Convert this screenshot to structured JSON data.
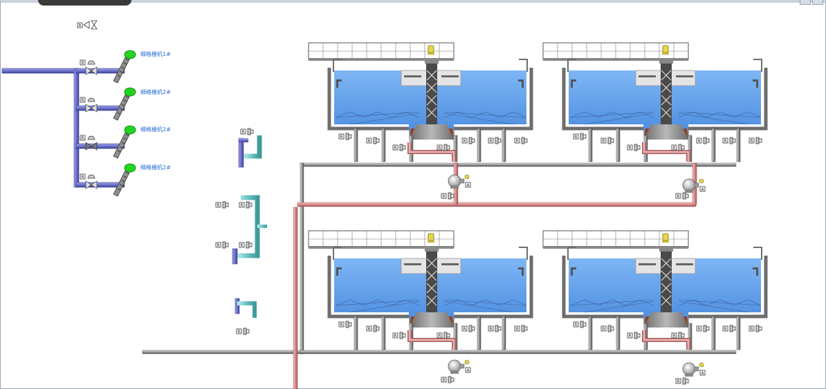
{
  "screens": {
    "labels": {
      "screen1": "细格栅机1#",
      "screen2": "细格栅机2#",
      "screen3": "细格栅机2#",
      "screen4": "细格栅机2#"
    },
    "status_color_running": "#22d422"
  },
  "badges": {
    "remote": "R",
    "auto": "A"
  },
  "colors": {
    "pipe_blue": "#6f73c9",
    "pipe_teal": "#6ec6c6",
    "pipe_red": "#d98a8a",
    "pipe_gray": "#8a8a8a",
    "water": "#6aa8f0",
    "sludge": "#a23a10",
    "tank_wall": "#6d6d6d",
    "indicator_yellow": "#e8d84a"
  },
  "icons": {
    "valve": "gate-valve-icon",
    "butterfly": "butterfly-valve-icon",
    "pump": "pump-icon",
    "motor": "motor-indicator-icon",
    "screen": "bar-screen-icon"
  }
}
